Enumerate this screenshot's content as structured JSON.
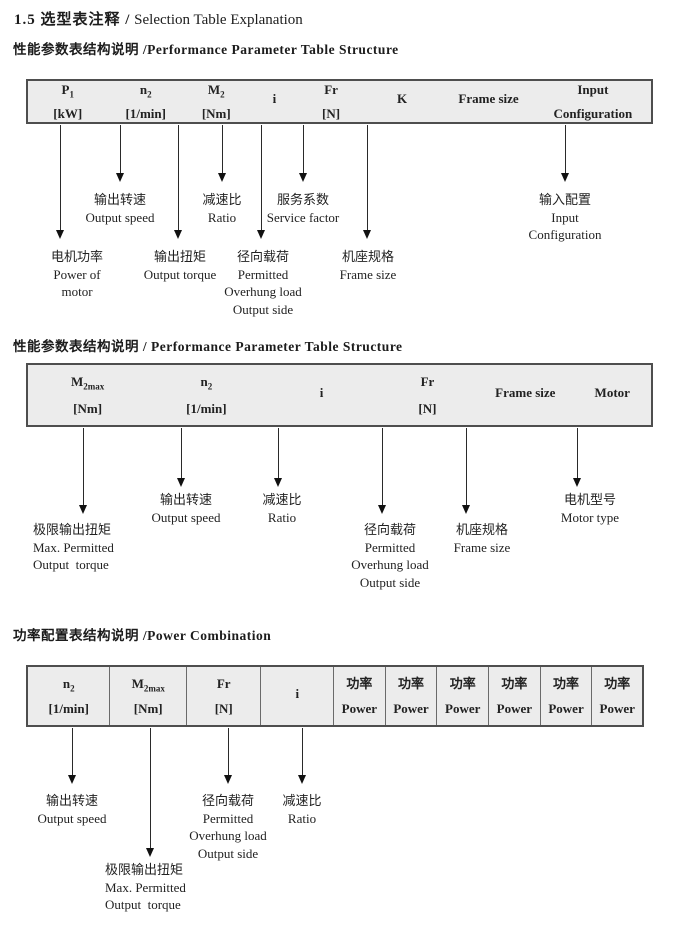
{
  "page": {
    "title_zh": "1.5 选型表注释 /",
    "title_en": " Selection Table Explanation"
  },
  "sections": [
    {
      "heading": "性能参数表结构说明 /Performance Parameter Table Structure",
      "columns": [
        {
          "l1": "P",
          "sub": "1",
          "l2": "[kW]"
        },
        {
          "l1": "n",
          "sub": "2",
          "l2": "[1/min]"
        },
        {
          "l1": "M",
          "sub": "2",
          "l2": "[Nm]"
        },
        {
          "l1": "i",
          "sub": "",
          "l2": ""
        },
        {
          "l1": "Fr",
          "sub": "",
          "l2": "[N]"
        },
        {
          "l1": "K",
          "sub": "",
          "l2": ""
        },
        {
          "l1": "Frame size",
          "sub": "",
          "l2": ""
        },
        {
          "l1": "Input",
          "sub": "",
          "l2": "Configuration"
        }
      ],
      "callouts": [
        {
          "lines": [
            "输出转速",
            "Output speed"
          ]
        },
        {
          "lines": [
            "减速比",
            "Ratio"
          ]
        },
        {
          "lines": [
            "服务系数",
            "Service factor"
          ]
        },
        {
          "lines": [
            "输入配置",
            "Input",
            "Configuration"
          ]
        },
        {
          "lines": [
            "电机功率",
            "Power of",
            "motor"
          ]
        },
        {
          "lines": [
            "输出扭矩",
            "Output torque"
          ]
        },
        {
          "lines": [
            "径向载荷",
            "Permitted",
            "Overhung load",
            "Output side"
          ]
        },
        {
          "lines": [
            "机座规格",
            "Frame size"
          ]
        }
      ]
    },
    {
      "heading": "性能参数表结构说明 / Performance Parameter Table Structure",
      "columns": [
        {
          "l1": "M",
          "sub": "2max",
          "l2": "[Nm]"
        },
        {
          "l1": "n",
          "sub": "2",
          "l2": "[1/min]"
        },
        {
          "l1": "i",
          "sub": "",
          "l2": ""
        },
        {
          "l1": "Fr",
          "sub": "",
          "l2": "[N]"
        },
        {
          "l1": "Frame size",
          "sub": "",
          "l2": ""
        },
        {
          "l1": "Motor",
          "sub": "",
          "l2": ""
        }
      ],
      "callouts": [
        {
          "lines": [
            "输出转速",
            "Output speed"
          ]
        },
        {
          "lines": [
            "减速比",
            "Ratio"
          ]
        },
        {
          "lines": [
            "电机型号",
            "Motor type"
          ]
        },
        {
          "lines": [
            "极限输出扭矩",
            "Max. Permitted",
            "Output  torque"
          ]
        },
        {
          "lines": [
            "径向载荷",
            "Permitted",
            "Overhung load",
            "Output side"
          ]
        },
        {
          "lines": [
            "机座规格",
            "Frame size"
          ]
        }
      ]
    },
    {
      "heading": "功率配置表结构说明 /Power Combination",
      "columns": [
        {
          "l1": "n",
          "sub": "2",
          "l2": "[1/min]"
        },
        {
          "l1": "M",
          "sub": "2max",
          "l2": "[Nm]"
        },
        {
          "l1": "Fr",
          "sub": "",
          "l2": "[N]"
        },
        {
          "l1": "i",
          "sub": "",
          "l2": ""
        },
        {
          "l1": "功率",
          "sub": "",
          "l2": "Power"
        },
        {
          "l1": "功率",
          "sub": "",
          "l2": "Power"
        },
        {
          "l1": "功率",
          "sub": "",
          "l2": "Power"
        },
        {
          "l1": "功率",
          "sub": "",
          "l2": "Power"
        },
        {
          "l1": "功率",
          "sub": "",
          "l2": "Power"
        },
        {
          "l1": "功率",
          "sub": "",
          "l2": "Power"
        }
      ],
      "callouts": [
        {
          "lines": [
            "输出转速",
            "Output speed"
          ]
        },
        {
          "lines": [
            "径向载荷",
            "Permitted",
            "Overhung load",
            "Output side"
          ]
        },
        {
          "lines": [
            "减速比",
            "Ratio"
          ]
        },
        {
          "lines": [
            "极限输出扭矩",
            "Max. Permitted",
            "Output  torque"
          ]
        }
      ]
    }
  ]
}
